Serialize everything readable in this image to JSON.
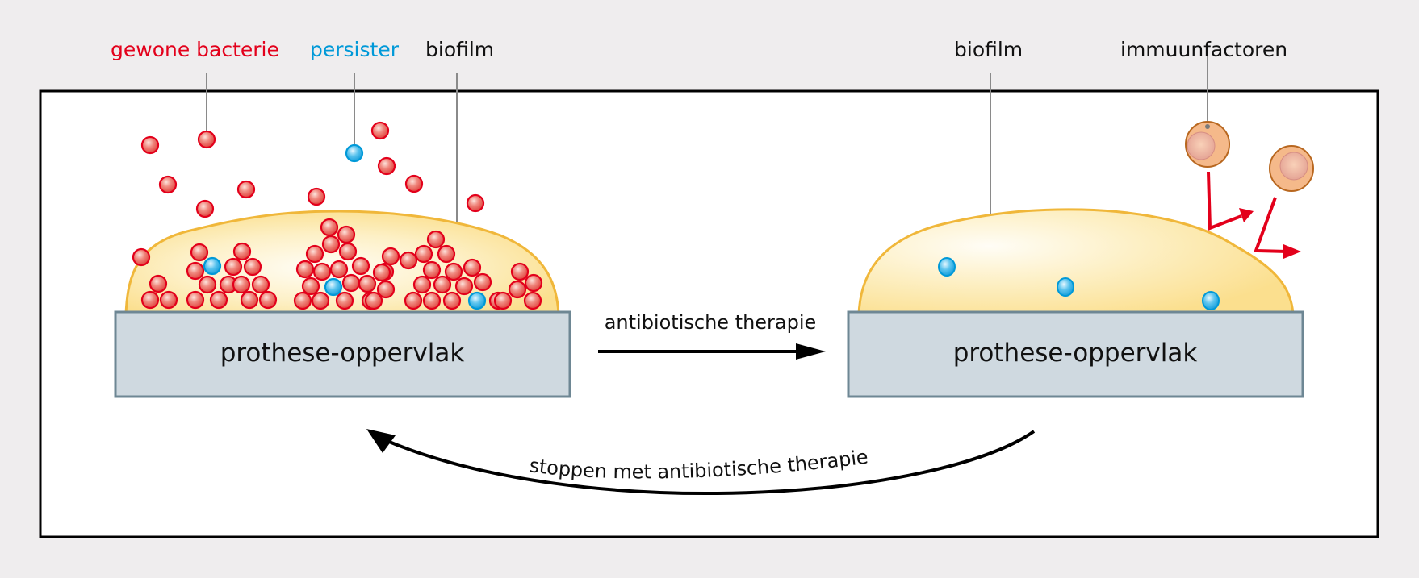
{
  "labels": {
    "normal_bacteria": "gewone bacterie",
    "persister": "persister",
    "biofilm_left": "biofilm",
    "biofilm_right": "biofilm",
    "immune_factors": "immuunfactoren"
  },
  "panels": {
    "left_surface": "prothese-oppervlak",
    "right_surface": "prothese-oppervlak"
  },
  "arrows": {
    "forward": "antibiotische therapie",
    "back": "stoppen met antibiotische therapie"
  },
  "colors": {
    "normal_bacteria": "#e3001b",
    "persister": "#0099d8",
    "biofilm_fill": "#fce49a",
    "biofilm_edge": "#f0b73a",
    "surface_fill": "#cfd9e0",
    "surface_edge": "#6e8794",
    "immune_cell": "#f5b98a",
    "immune_edge": "#b8671f",
    "immune_arrow": "#e3001b",
    "background": "#efedee"
  },
  "legend_items": [
    {
      "key": "normal_bacteria",
      "label": "gewone bacterie",
      "color": "#e3001b"
    },
    {
      "key": "persister",
      "label": "persister",
      "color": "#0099d8"
    },
    {
      "key": "biofilm",
      "label": "biofilm",
      "color": "#111111"
    }
  ]
}
